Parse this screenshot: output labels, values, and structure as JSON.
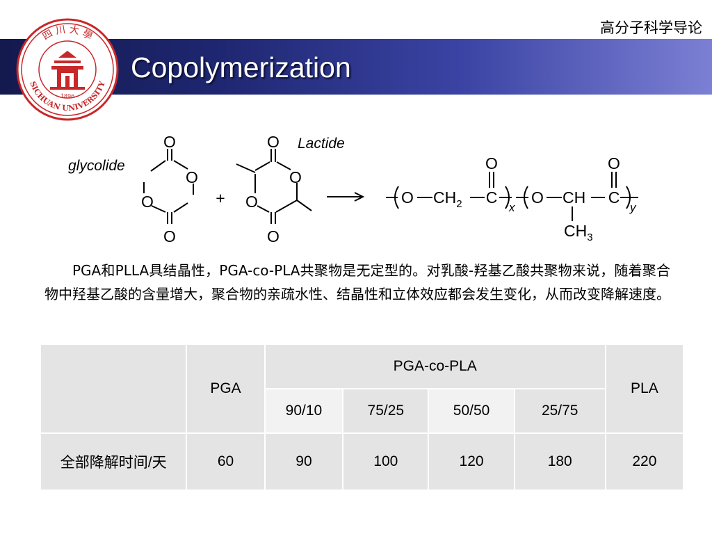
{
  "header": {
    "course_name": "高分子科学导论",
    "title": "Copolymerization"
  },
  "logo": {
    "icon": "sichuan-university-seal",
    "text_top": "四 川 大 學",
    "text_bottom": "SICHUAN UNIVERSITY",
    "year": "1896",
    "color": "#c8282a"
  },
  "reaction": {
    "glycolide_label": "glycolide",
    "lactide_label": "Lactide",
    "plus": "+",
    "oxygen": "O",
    "carbon": "C",
    "ch": "CH",
    "ch2_main": "CH",
    "ch2_sub": "2",
    "ch3_main": "CH",
    "ch3_sub": "3",
    "subscript_x": "x",
    "subscript_y": "y"
  },
  "paragraph": "PGA和PLLA具结晶性，PGA-co-PLA共聚物是无定型的。对乳酸-羟基乙酸共聚物来说，随着聚合物中羟基乙酸的含量增大，聚合物的亲疏水性、结晶性和立体效应都会发生变化，从而改变降解速度。",
  "table": {
    "col_pga": "PGA",
    "col_copolymer": "PGA-co-PLA",
    "col_pla": "PLA",
    "ratios": [
      "90/10",
      "75/25",
      "50/50",
      "25/75"
    ],
    "row_label": "全部降解时间/天",
    "values": [
      "60",
      "90",
      "100",
      "120",
      "180",
      "220"
    ]
  }
}
